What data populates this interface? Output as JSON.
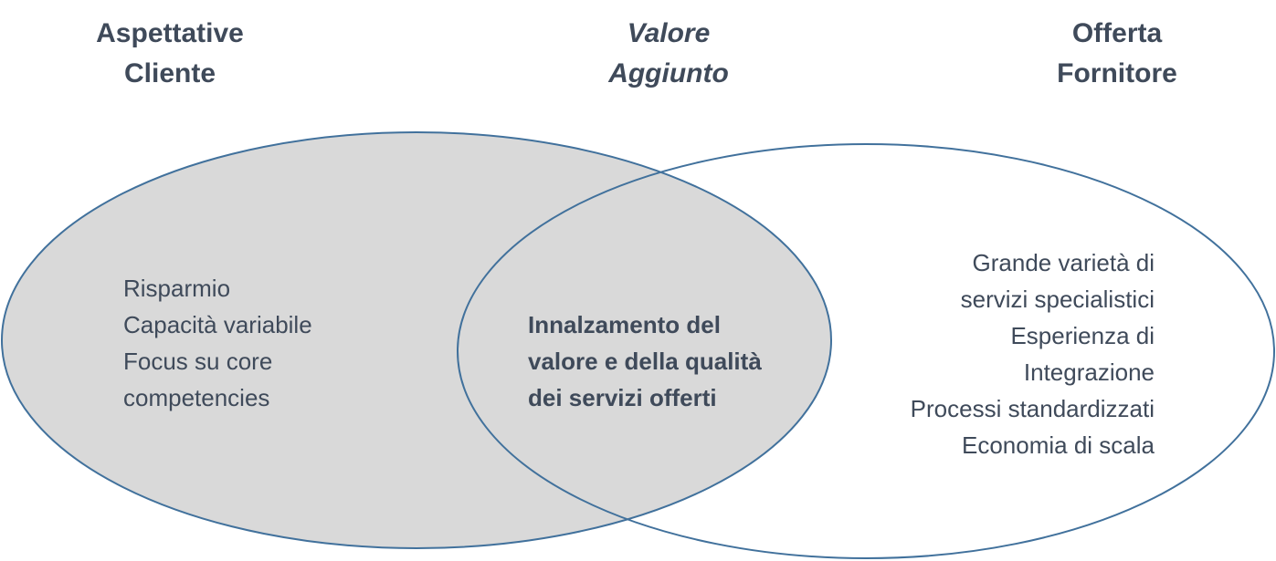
{
  "titles": {
    "left": [
      "Aspettative",
      "Cliente"
    ],
    "center": [
      "Valore",
      "Aggiunto"
    ],
    "right": [
      "Offerta",
      "Fornitore"
    ]
  },
  "left_items": [
    "Risparmio",
    "Capacità variabile",
    "Focus su core",
    "competencies"
  ],
  "center_items": [
    "Innalzamento del",
    "valore e della qualità",
    "dei servizi offerti"
  ],
  "right_items": [
    "Grande varietà di",
    "servizi specialistici",
    "Esperienza di",
    "Integrazione",
    "Processi standardizzati",
    "Economia di scala"
  ],
  "colors": {
    "stroke": "#41719c",
    "fill": "#d9d9d9",
    "text": "#3f4a5a"
  }
}
